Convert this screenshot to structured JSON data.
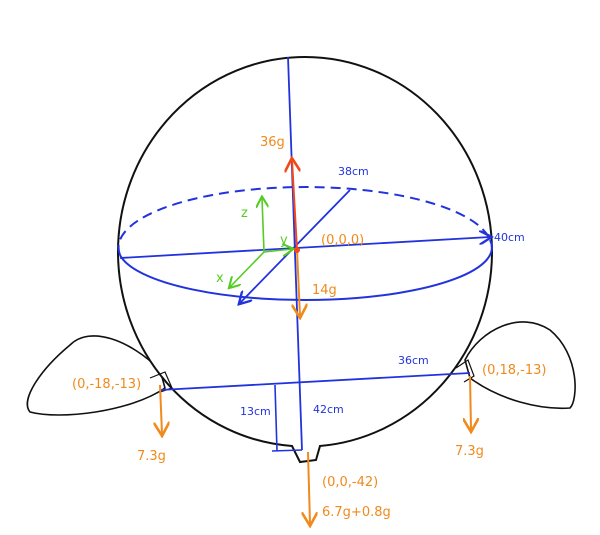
{
  "colors": {
    "outline": "#111111",
    "dimension": "#2233dd",
    "force": "#f08a1c",
    "buoyancy": "#f04a1c",
    "axes": "#55cc22"
  },
  "forces": {
    "buoyancy": "36g",
    "balloon_weight": "14g",
    "left_weight": "7.3g",
    "right_weight": "7.3g",
    "bottom_weight": "6.7g+0.8g"
  },
  "dimensions": {
    "depth": "38cm",
    "width": "40cm",
    "wing_span": "36cm",
    "wing_height": "13cm",
    "bottom_depth": "42cm"
  },
  "coordinates": {
    "origin": "(0,0,0)",
    "left_wing": "(0,-18,-13)",
    "right_wing": "(0,18,-13)",
    "bottom": "(0,0,-42)"
  },
  "axes": {
    "x": "x",
    "y": "y",
    "z": "z"
  }
}
